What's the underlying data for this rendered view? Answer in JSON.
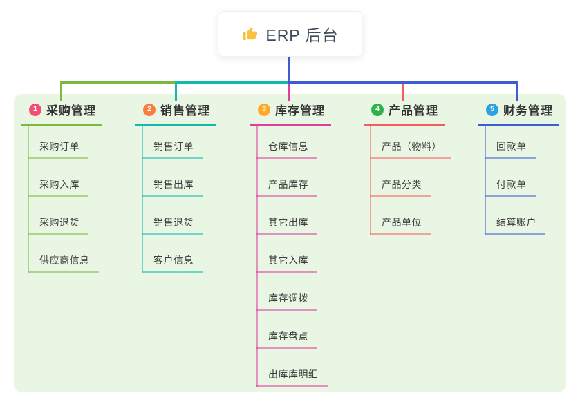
{
  "root": {
    "label": "ERP 后台",
    "icon": "thumbs-up",
    "icon_color": "#f7c141",
    "connector_color": "#3d5ed3"
  },
  "panel": {
    "background": "#e9f6e4"
  },
  "branches": [
    {
      "badge": "1",
      "label": "采购管理",
      "badge_color": "#f2506e",
      "line_color": "#7cba3f",
      "children": [
        "采购订单",
        "采购入库",
        "采购退货",
        "供应商信息"
      ]
    },
    {
      "badge": "2",
      "label": "销售管理",
      "badge_color": "#f97c3d",
      "line_color": "#14b8b1",
      "children": [
        "销售订单",
        "销售出库",
        "销售退货",
        "客户信息"
      ]
    },
    {
      "badge": "3",
      "label": "库存管理",
      "badge_color": "#ffa928",
      "line_color": "#dc3f9d",
      "children": [
        "仓库信息",
        "产品库存",
        "其它出库",
        "其它入库",
        "库存调拨",
        "库存盘点",
        "出库库明细"
      ]
    },
    {
      "badge": "4",
      "label": "产品管理",
      "badge_color": "#2eb34b",
      "line_color": "#f55c5e",
      "children": [
        "产品（物料）",
        "产品分类",
        "产品单位"
      ]
    },
    {
      "badge": "5",
      "label": "财务管理",
      "badge_color": "#2ba2e3",
      "line_color": "#3d5ed3",
      "children": [
        "回款单",
        "付款单",
        "结算账户"
      ]
    }
  ]
}
